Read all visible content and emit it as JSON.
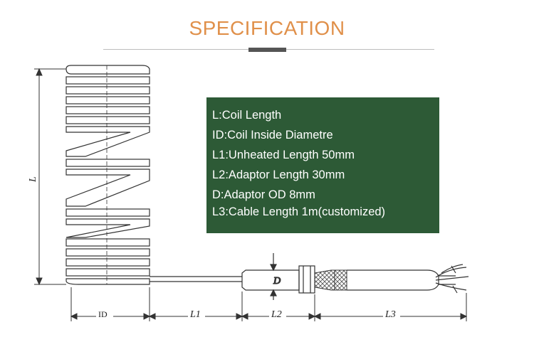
{
  "title": "SPECIFICATION",
  "spec": {
    "lines": [
      "L:Coil Length",
      "ID:Coil Inside Diametre",
      "L1:Unheated Length 50mm",
      "L2:Adaptor Length 30mm",
      "D:Adaptor OD 8mm",
      "L3:Cable Length 1m(customized)"
    ]
  },
  "dims": {
    "L": "L",
    "ID": "ID",
    "L1": "L1",
    "L2": "L2",
    "L3": "L3",
    "D": "D"
  },
  "colors": {
    "title": "#e0904a",
    "box": "#2d5a36",
    "box_text": "#ffffff"
  }
}
